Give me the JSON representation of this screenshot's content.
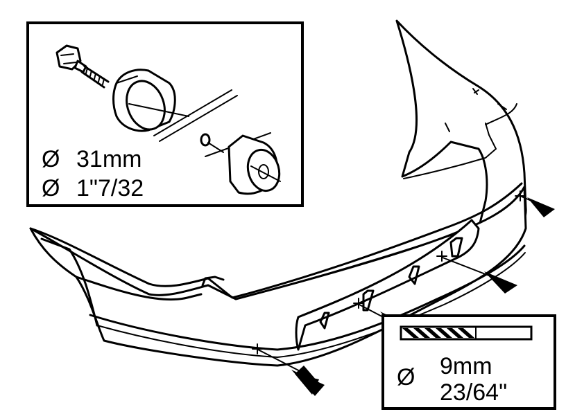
{
  "inset_hole_saw": {
    "line1": {
      "symbol": "Ø",
      "value": "31mm"
    },
    "line2": {
      "symbol": "Ø",
      "value": "1\"7/32"
    }
  },
  "inset_drill": {
    "symbol": "Ø",
    "line1": "9mm",
    "line2": "23/64\""
  }
}
